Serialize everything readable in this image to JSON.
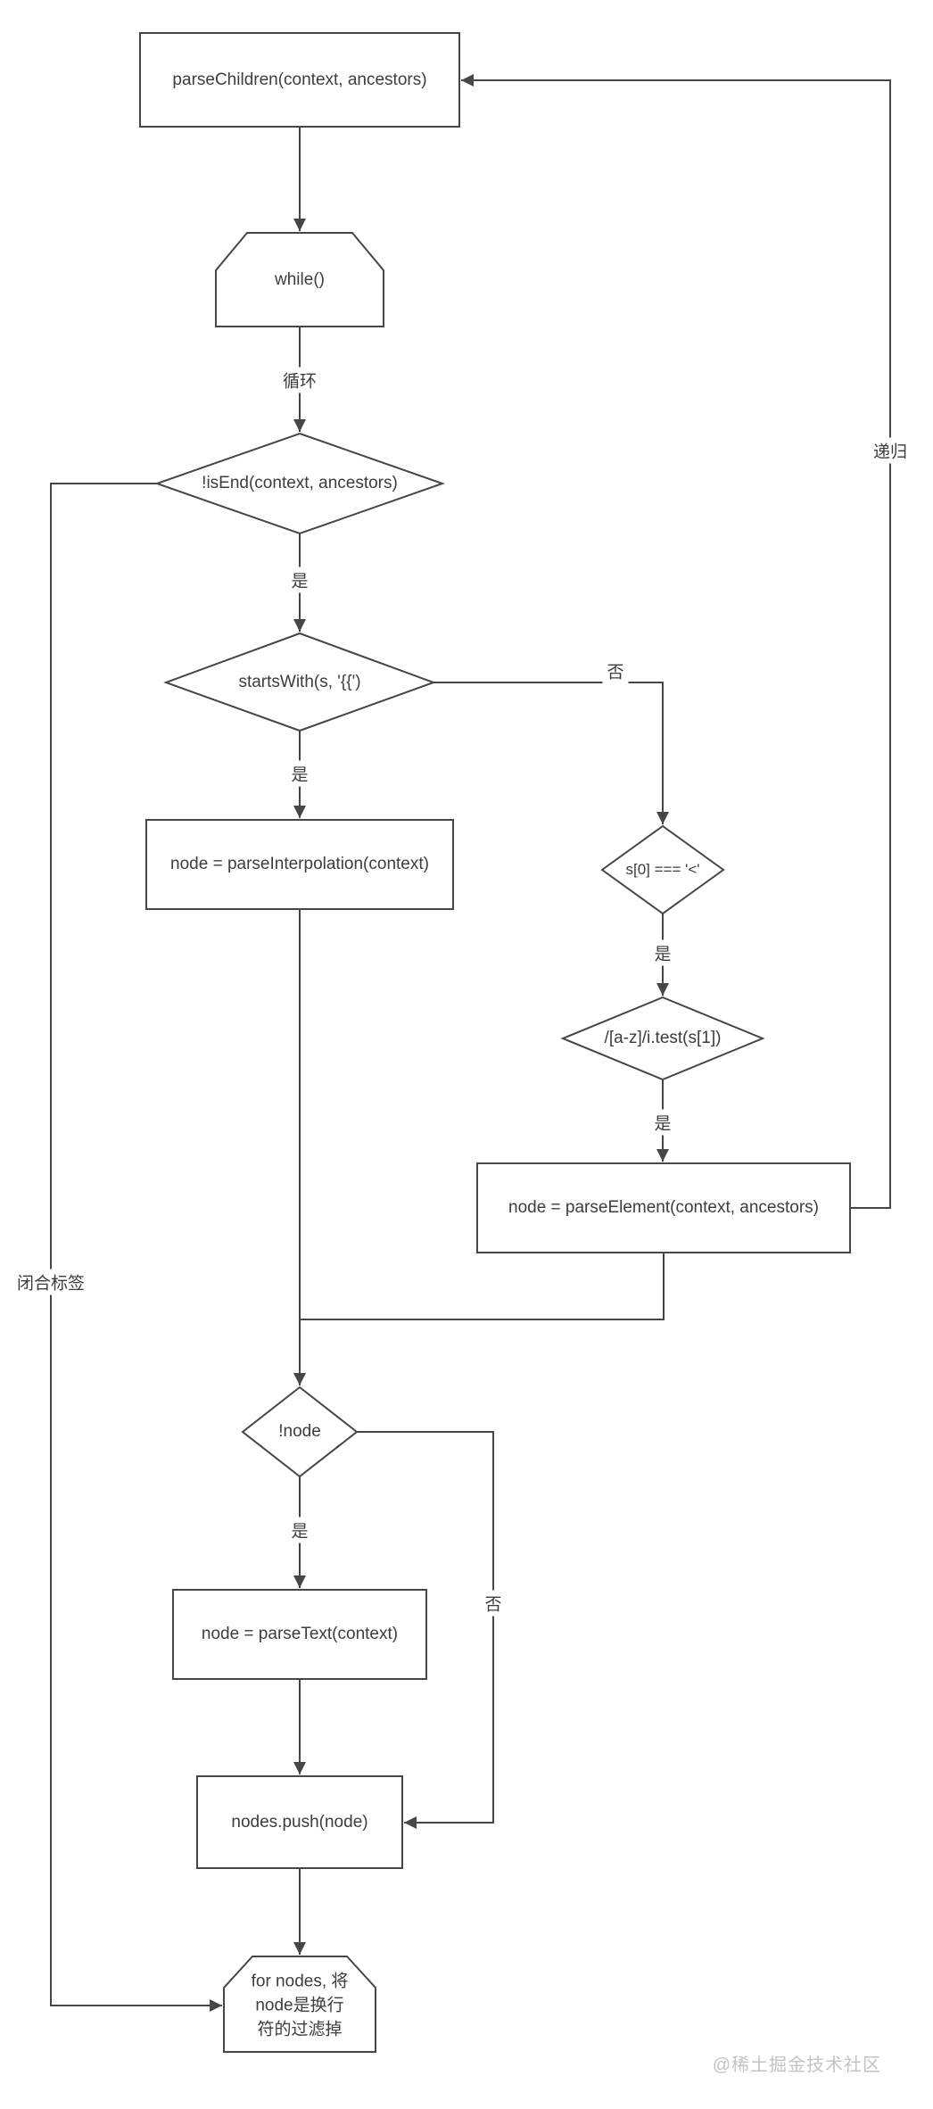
{
  "diagram": {
    "nodes": {
      "parse_children": {
        "label": "parseChildren(context, ancestors)"
      },
      "while_loop": {
        "label": "while()"
      },
      "is_end": {
        "label": "!isEnd(context, ancestors)"
      },
      "starts_with": {
        "label": "startsWith(s, '{{')"
      },
      "parse_interpolation": {
        "label": "node = parseInterpolation(context)"
      },
      "s0_check": {
        "label": "s[0] === '<'"
      },
      "regex_check": {
        "label": "/[a-z]/i.test(s[1])"
      },
      "parse_element": {
        "label": "node = parseElement(context, ancestors)"
      },
      "not_node": {
        "label": "!node"
      },
      "parse_text": {
        "label": "node = parseText(context)"
      },
      "nodes_push": {
        "label": "nodes.push(node)"
      },
      "filter_newline": {
        "lines": [
          "for nodes, 将",
          "node是换行",
          "符的过滤掉"
        ]
      }
    },
    "edge_labels": {
      "loop": "循环",
      "yes": "是",
      "no": "否",
      "recursion": "递归",
      "close_tag": "闭合标签"
    },
    "watermark": "@稀土掘金技术社区"
  }
}
